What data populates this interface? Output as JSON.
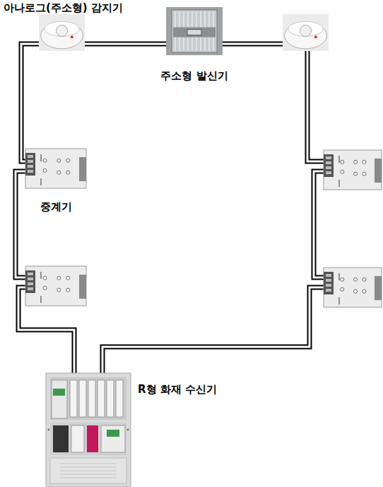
{
  "diagram": {
    "nodes": [
      {
        "text": [
          "아나로그(주소형) 감지기"
        ]
      },
      {
        "text": [
          "주소형 발신기"
        ]
      },
      {
        "text": []
      },
      {
        "text": [
          "중계기"
        ]
      },
      {
        "text": []
      },
      {
        "text": []
      },
      {
        "text": []
      },
      {
        "text": [
          "R형 화재 수신기"
        ]
      }
    ],
    "edges": [
      {
        "from": 0,
        "to": 1,
        "arrow": "none"
      },
      {
        "from": 1,
        "to": 2,
        "arrow": "none"
      },
      {
        "from": 0,
        "to": 3,
        "arrow": "none"
      },
      {
        "from": 2,
        "to": 4,
        "arrow": "none"
      },
      {
        "from": 3,
        "to": 5,
        "arrow": "none"
      },
      {
        "from": 4,
        "to": 6,
        "arrow": "none"
      },
      {
        "from": 5,
        "to": 7,
        "arrow": "none"
      },
      {
        "from": 6,
        "to": 7,
        "arrow": "none"
      }
    ]
  }
}
